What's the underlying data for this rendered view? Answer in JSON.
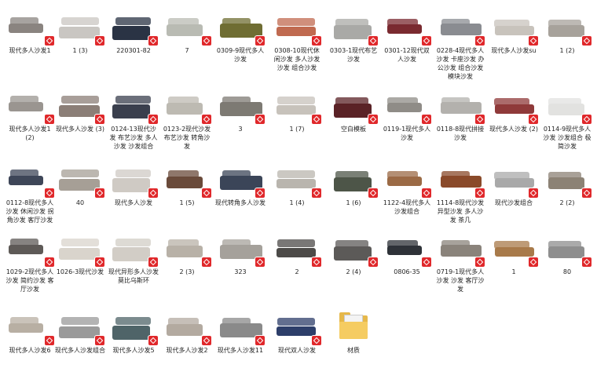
{
  "colors": {
    "skp_badge": "#e0282b",
    "folder": "#f5cc62"
  },
  "files": [
    {
      "label": "现代多人沙发1",
      "icon": "sketchup-file-icon",
      "tone": "#8a8480"
    },
    {
      "label": "1 (3)",
      "icon": "sketchup-file-icon",
      "tone": "#c9c6c2"
    },
    {
      "label": "220301-82",
      "icon": "sketchup-file-icon",
      "tone": "#2a3344"
    },
    {
      "label": "7",
      "icon": "sketchup-file-icon",
      "tone": "#b9bbb3"
    },
    {
      "label": "0309-9现代多人沙发",
      "icon": "sketchup-file-icon",
      "tone": "#6f6d33"
    },
    {
      "label": "0308-10现代休闲沙发 多人沙发沙发 组合沙发",
      "icon": "sketchup-file-icon",
      "tone": "#c06a50"
    },
    {
      "label": "0303-1现代布艺沙发",
      "icon": "sketchup-file-icon",
      "tone": "#a9a9a6"
    },
    {
      "label": "0301-12现代双人沙发",
      "icon": "sketchup-file-icon",
      "tone": "#7a2a30"
    },
    {
      "label": "0228-4现代多人沙发 卡座沙发 办公沙发 组合沙发 模块沙发",
      "icon": "sketchup-file-icon",
      "tone": "#8a8c91"
    },
    {
      "label": "现代多人沙发su",
      "icon": "sketchup-file-icon",
      "tone": "#c8c3bc"
    },
    {
      "label": "1 (2)",
      "icon": "sketchup-file-icon",
      "tone": "#a7a29b"
    },
    {
      "label": "现代多人沙发1 (2)",
      "icon": "sketchup-file-icon",
      "tone": "#9a9590"
    },
    {
      "label": "现代多人沙发 (3)",
      "icon": "sketchup-file-icon",
      "tone": "#8b7e77"
    },
    {
      "label": "0124-13现代沙发 布艺沙发 多人沙发 沙发组合",
      "icon": "sketchup-file-icon",
      "tone": "#3a3f4d"
    },
    {
      "label": "0123-2现代沙发 布艺沙发 转角沙发",
      "icon": "sketchup-file-icon",
      "tone": "#bdbab2"
    },
    {
      "label": "3",
      "icon": "sketchup-file-icon",
      "tone": "#7d7a73"
    },
    {
      "label": "1 (7)",
      "icon": "sketchup-file-icon",
      "tone": "#c7c2bb"
    },
    {
      "label": "空白模板",
      "icon": "sketchup-file-icon",
      "tone": "#5a2226"
    },
    {
      "label": "0119-1现代多人沙发",
      "icon": "sketchup-file-icon",
      "tone": "#8f8c87"
    },
    {
      "label": "0118-8现代拼接沙发",
      "icon": "sketchup-file-icon",
      "tone": "#b3b1ad"
    },
    {
      "label": "现代多人沙发 (2)",
      "icon": "sketchup-file-icon",
      "tone": "#8f3a3a"
    },
    {
      "label": "0114-9现代多人沙发 沙发组合 极简沙发",
      "icon": "sketchup-file-icon",
      "tone": "#e2e2e0"
    },
    {
      "label": "0112-8现代多人沙发 休闲沙发 拐角沙发 客厅沙发",
      "icon": "sketchup-file-icon",
      "tone": "#3e4658"
    },
    {
      "label": "40",
      "icon": "sketchup-file-icon",
      "tone": "#a69f96"
    },
    {
      "label": "现代多人沙发",
      "icon": "sketchup-file-icon",
      "tone": "#cfcac4"
    },
    {
      "label": "1 (5)",
      "icon": "sketchup-file-icon",
      "tone": "#6a4a3a"
    },
    {
      "label": "现代转角多人沙发",
      "icon": "sketchup-file-icon",
      "tone": "#3b4558"
    },
    {
      "label": "1 (4)",
      "icon": "sketchup-file-icon",
      "tone": "#b9b5ae"
    },
    {
      "label": "1 (6)",
      "icon": "sketchup-file-icon",
      "tone": "#4d5548"
    },
    {
      "label": "1122-4现代多人沙发组合",
      "icon": "sketchup-file-icon",
      "tone": "#9b6a45"
    },
    {
      "label": "1114-8现代沙发异型沙发 多人沙发 茶几",
      "icon": "sketchup-file-icon",
      "tone": "#8a4a2a"
    },
    {
      "label": "现代沙发组合",
      "icon": "sketchup-file-icon",
      "tone": "#a9a9a9"
    },
    {
      "label": "2 (2)",
      "icon": "sketchup-file-icon",
      "tone": "#8c8275"
    },
    {
      "label": "1029-2现代多人沙发 简约沙发 客厅沙发",
      "icon": "sketchup-file-icon",
      "tone": "#5e5a57"
    },
    {
      "label": "1026-3现代沙发",
      "icon": "sketchup-file-icon",
      "tone": "#d9d4cc"
    },
    {
      "label": "现代异形多人沙发莫比乌斯环",
      "icon": "sketchup-file-icon",
      "tone": "#d2cdc6"
    },
    {
      "label": "2 (3)",
      "icon": "sketchup-file-icon",
      "tone": "#b8b1a7"
    },
    {
      "label": "323",
      "icon": "sketchup-file-icon",
      "tone": "#a5a19b"
    },
    {
      "label": "2",
      "icon": "sketchup-file-icon",
      "tone": "#4c4a48"
    },
    {
      "label": "2 (4)",
      "icon": "sketchup-file-icon",
      "tone": "#5c5a58"
    },
    {
      "label": "0806-35",
      "icon": "sketchup-file-icon",
      "tone": "#2e3238"
    },
    {
      "label": "0719-1现代多人沙发 沙发 客厅沙发",
      "icon": "sketchup-file-icon",
      "tone": "#8a837b"
    },
    {
      "label": "1",
      "icon": "sketchup-file-icon",
      "tone": "#a87a4a"
    },
    {
      "label": "80",
      "icon": "sketchup-file-icon",
      "tone": "#8e8e8e"
    },
    {
      "label": "现代多人沙发6",
      "icon": "sketchup-file-icon",
      "tone": "#b8afa3"
    },
    {
      "label": "现代多人沙发组合",
      "icon": "sketchup-file-icon",
      "tone": "#9a9a9a"
    },
    {
      "label": "现代多人沙发5",
      "icon": "sketchup-file-icon",
      "tone": "#4f6468"
    },
    {
      "label": "现代多人沙发2",
      "icon": "sketchup-file-icon",
      "tone": "#b3aaa0"
    },
    {
      "label": "现代多人沙发11",
      "icon": "sketchup-file-icon",
      "tone": "#8a8a8a"
    },
    {
      "label": "现代双人沙发",
      "icon": "sketchup-file-icon",
      "tone": "#2d3e6a"
    },
    {
      "label": "材质",
      "icon": "folder-icon",
      "tone": "#f5cc62"
    }
  ]
}
